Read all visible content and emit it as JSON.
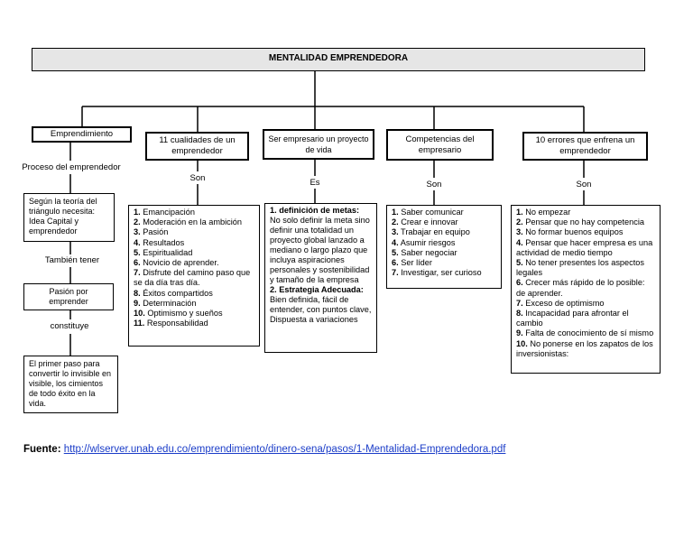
{
  "title": "MENTALIDAD EMPRENDEDORA",
  "columns": {
    "c1": {
      "header": "Emprendimiento",
      "label1": "Proceso del emprendedor",
      "box1": "Según la teoría del triángulo necesita: Idea Capital y emprendedor",
      "label2": "También tener",
      "box2": "Pasión por emprender",
      "label3": "constituye",
      "box3": "El primer paso para convertir lo invisible en visible, los cimientos de todo éxito en la vida."
    },
    "c2": {
      "header": "11 cualidades de un emprendedor",
      "connector": "Son",
      "items": [
        {
          "num": "1.",
          "text": "Emancipación"
        },
        {
          "num": "2.",
          "text": "Moderación en la ambición"
        },
        {
          "num": "3.",
          "text": "Pasión"
        },
        {
          "num": "4.",
          "text": "Resultados"
        },
        {
          "num": "5.",
          "text": "Espiritualidad"
        },
        {
          "num": "6.",
          "text": "Novicio de aprender."
        },
        {
          "num": "7.",
          "text": "Disfrute del camino paso que se da día tras día."
        },
        {
          "num": "8.",
          "text": "Éxitos compartidos"
        },
        {
          "num": "9.",
          "text": "Determinación"
        },
        {
          "num": "10.",
          "text": "Optimismo y sueños"
        },
        {
          "num": "11.",
          "text": "Responsabilidad"
        }
      ]
    },
    "c3": {
      "header": "Ser empresario un proyecto de vida",
      "connector": "Es",
      "items": [
        {
          "head": "1. definición de metas:",
          "text": "No solo definir la meta sino definir una totalidad un proyecto global lanzado a mediano o largo plazo que incluya aspiraciones personales y sostenibilidad y tamaño de la empresa"
        },
        {
          "head": "2. Estrategia Adecuada:",
          "text": "Bien definida, fácil de entender, con puntos clave, Dispuesta a variaciones"
        }
      ]
    },
    "c4": {
      "header": "Competencias del empresario",
      "connector": "Son",
      "items": [
        {
          "num": "1.",
          "text": "Saber comunicar"
        },
        {
          "num": "2.",
          "text": "Crear e innovar"
        },
        {
          "num": "3.",
          "text": "Trabajar en equipo"
        },
        {
          "num": "4.",
          "text": "Asumir riesgos"
        },
        {
          "num": "5.",
          "text": "Saber negociar"
        },
        {
          "num": "6.",
          "text": "Ser líder"
        },
        {
          "num": "7.",
          "text": "Investigar, ser curioso"
        }
      ]
    },
    "c5": {
      "header": "10 errores que enfrena un emprendedor",
      "connector": "Son",
      "items": [
        {
          "num": "1.",
          "text": "No empezar"
        },
        {
          "num": "2.",
          "text": "Pensar que no hay competencia"
        },
        {
          "num": "3.",
          "text": "No formar buenos equipos"
        },
        {
          "num": "4.",
          "text": "Pensar que hacer empresa es una actividad de medio tiempo"
        },
        {
          "num": "5.",
          "text": "No tener presentes los aspectos legales"
        },
        {
          "num": "6.",
          "text": "Crecer más rápido de lo posible: de aprender."
        },
        {
          "num": "7.",
          "text": "Exceso de optimismo"
        },
        {
          "num": "8.",
          "text": "Incapacidad para afrontar el cambio"
        },
        {
          "num": "9.",
          "text": "Falta de conocimiento de sí mismo"
        },
        {
          "num": "10.",
          "text": "No ponerse en los zapatos de los inversionistas:"
        }
      ]
    }
  },
  "footer": {
    "label": "Fuente:",
    "url": "http://wlserver.unab.edu.co/emprendimiento/dinero-sena/pasos/1-Mentalidad-Emprendedora.pdf"
  }
}
